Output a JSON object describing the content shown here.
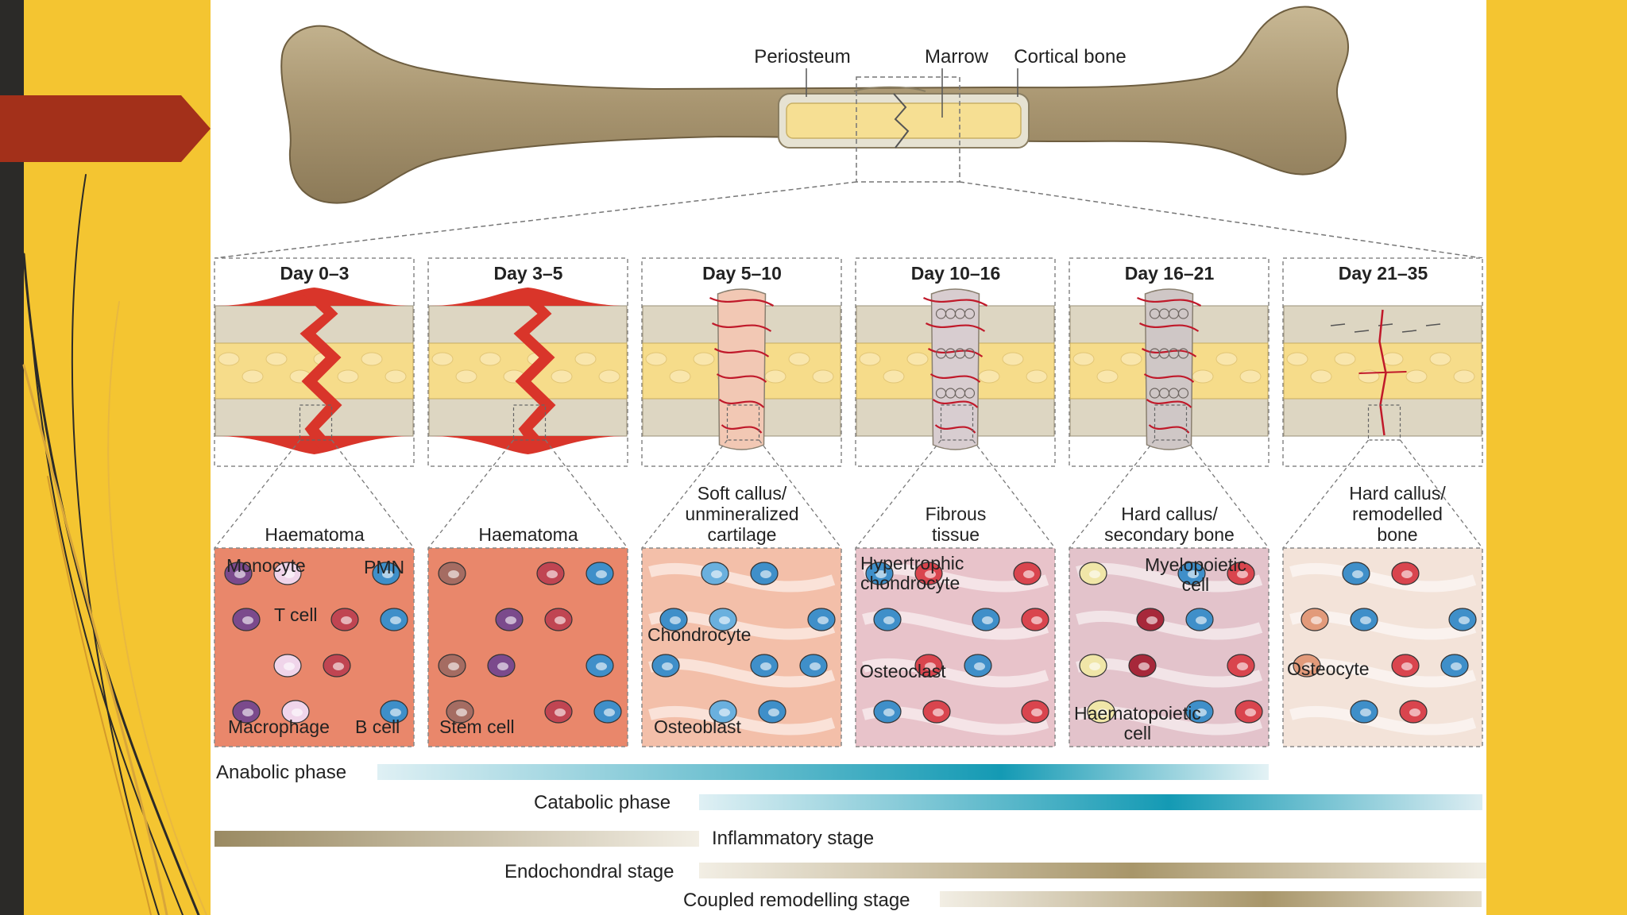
{
  "slide": {
    "accent_color": "#a3301a",
    "background_color": "#f4c531",
    "side_strip_color": "#2b2a28"
  },
  "bone_labels": {
    "periosteum": "Periosteum",
    "marrow": "Marrow",
    "cortical": "Cortical bone"
  },
  "days": [
    "Day 0–3",
    "Day 3–5",
    "Day 5–10",
    "Day 10–16",
    "Day 16–21",
    "Day 21–35"
  ],
  "stages": [
    [
      "Haematoma"
    ],
    [
      "Haematoma"
    ],
    [
      "Soft callus/",
      "unmineralized",
      "cartilage"
    ],
    [
      "Fibrous",
      "tissue"
    ],
    [
      "Hard callus/",
      "secondary bone"
    ],
    [
      "Hard callus/",
      "remodelled",
      "bone"
    ]
  ],
  "cell_labels": {
    "monocyte": "Monocyte",
    "pmn": "PMN",
    "tcell": "T cell",
    "macrophage": "Macrophage",
    "bcell": "B cell",
    "stemcell": "Stem cell",
    "chondrocyte": "Chondrocyte",
    "osteoblast": "Osteoblast",
    "hypertrophic": [
      "Hypertrophic",
      "chondrocyte"
    ],
    "osteoclast": "Osteoclast",
    "myelopoietic": [
      "Myelopoietic",
      "cell"
    ],
    "haematopoietic": [
      "Haematopoietic",
      "cell"
    ],
    "osteocyte": "Osteocyte"
  },
  "phases": {
    "anabolic": "Anabolic phase",
    "catabolic": "Catabolic phase",
    "inflammatory": "Inflammatory stage",
    "endochondral": "Endochondral stage",
    "coupled": "Coupled remodelling stage"
  }
}
